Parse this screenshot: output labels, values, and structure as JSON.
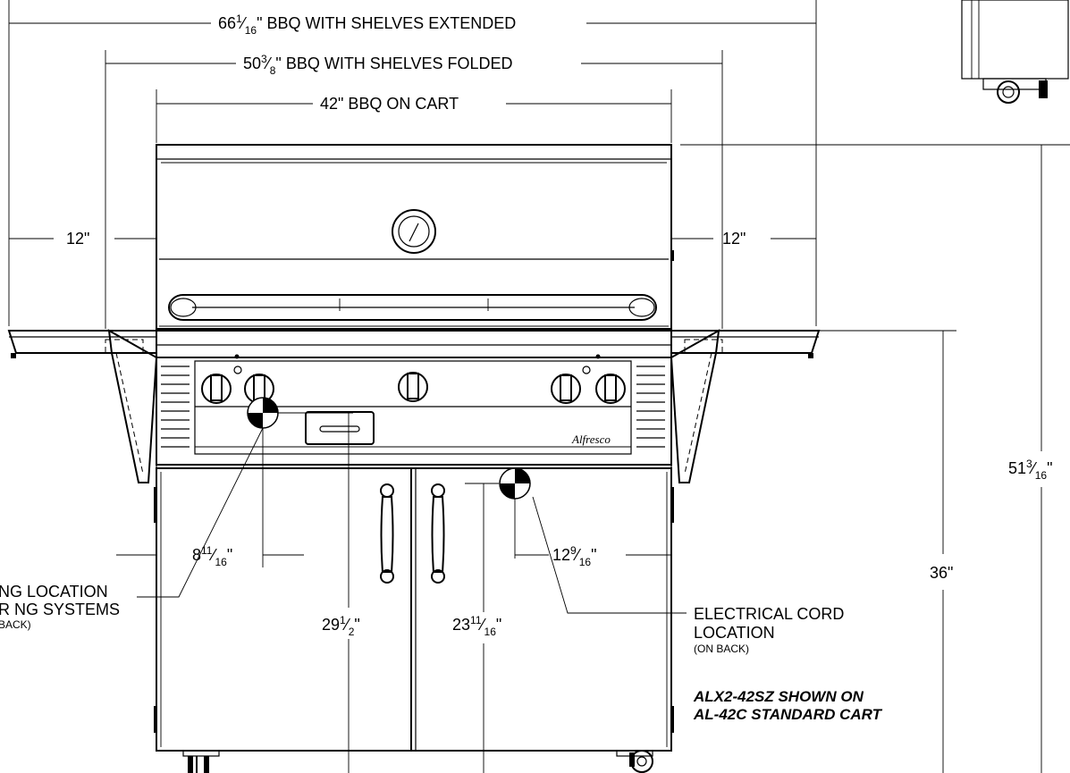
{
  "dimensions": {
    "overall_extended": "66 1/16\" BBQ WITH SHELVES EXTENDED",
    "overall_folded": "50 3/8\" BBQ WITH SHELVES FOLDED",
    "cart_width": "42\" BBQ ON CART",
    "left_shelf": "12\"",
    "right_shelf": "12\"",
    "total_height": "51 3/16\"",
    "counter_height": "36\"",
    "gas_offset": "8 11/16\"",
    "elec_offset": "12 9/16\"",
    "gas_height": "29 1/2\"",
    "elec_height": "23 11/16\""
  },
  "labels": {
    "gas_line1": "NG LOCATION",
    "gas_line2": "R NG SYSTEMS",
    "gas_line3": "BACK)",
    "elec_line1": "ELECTRICAL CORD",
    "elec_line2": "LOCATION",
    "elec_line3": "(ON BACK)",
    "caption_line1": "ALX2-42SZ SHOWN ON",
    "caption_line2": "AL-42C STANDARD CART",
    "brand": "Alfresco"
  }
}
